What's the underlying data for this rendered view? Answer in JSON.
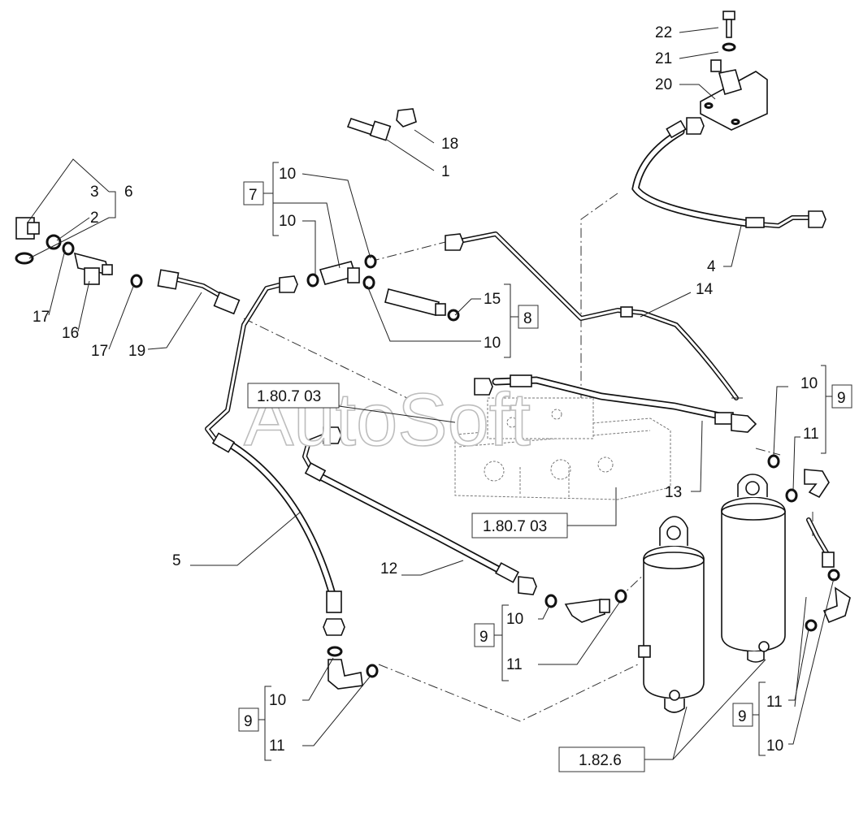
{
  "watermark": "AutoSoft",
  "reference_labels": {
    "valve_block_top": "1.80.7 03",
    "valve_block_bottom": "1.80.7 03",
    "cylinders": "1.82.6"
  },
  "callouts": {
    "c1": "1",
    "c2": "2",
    "c3": "3",
    "c4": "4",
    "c5": "5",
    "c6": "6",
    "c7": "7",
    "c8": "8",
    "c9_right": "9",
    "c9_mid": "9",
    "c9_left": "9",
    "c9_bottom_right": "9",
    "c10_top_a": "10",
    "c10_top_b": "10",
    "c10_mid": "10",
    "c10_right": "10",
    "c10_center": "10",
    "c10_left": "10",
    "c10_bottom_right": "10",
    "c11_right": "11",
    "c11_center": "11",
    "c11_left": "11",
    "c11_bottom_right": "11",
    "c12": "12",
    "c13": "13",
    "c14": "14",
    "c15": "15",
    "c16": "16",
    "c17_a": "17",
    "c17_b": "17",
    "c18": "18",
    "c19": "19",
    "c20": "20",
    "c21": "21",
    "c22": "22"
  }
}
